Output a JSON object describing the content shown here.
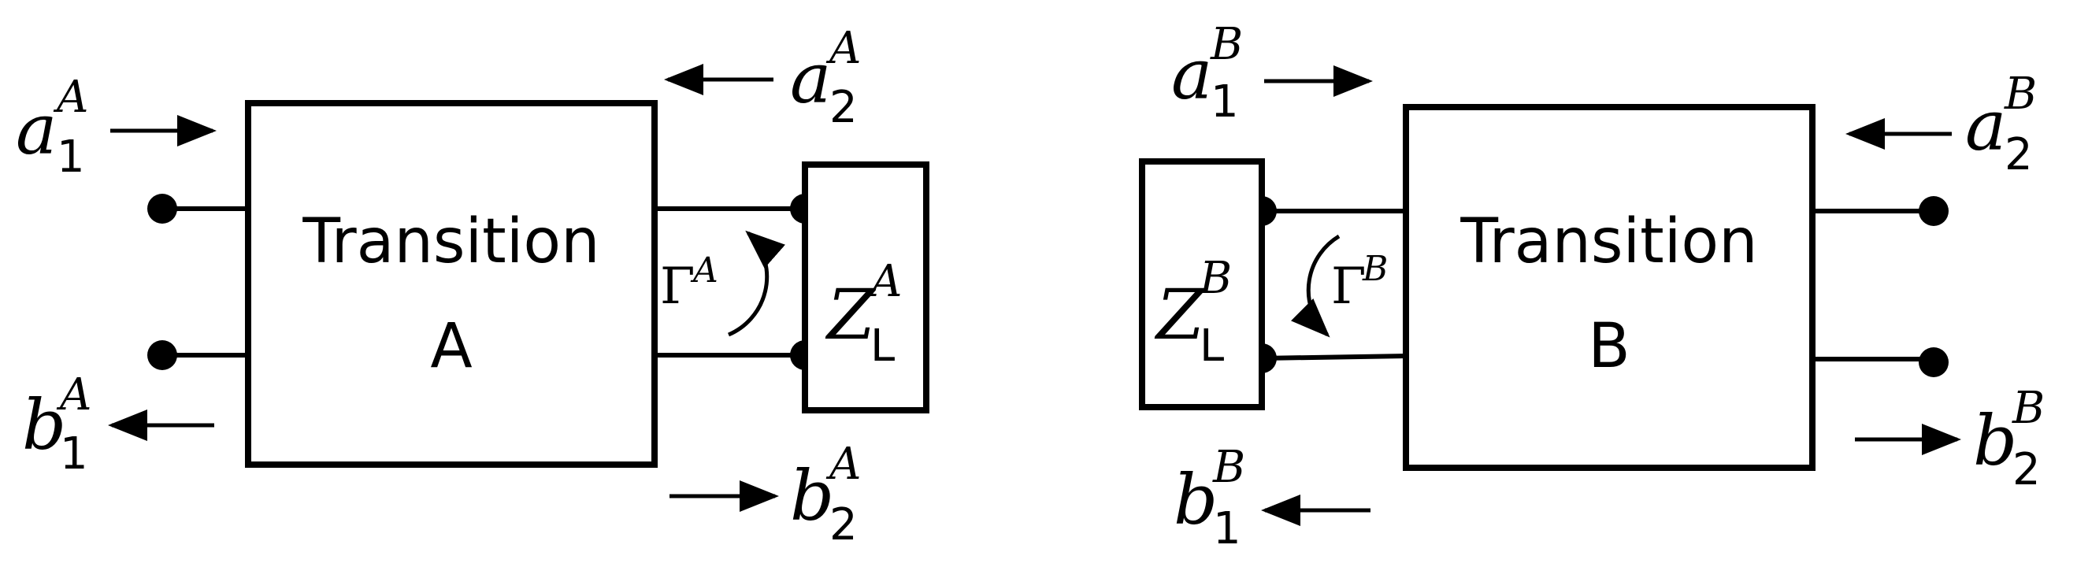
{
  "transition_a": {
    "line1": "Transition",
    "line2": "A",
    "load": {
      "base": "Z",
      "sub": "L",
      "sup": "A"
    },
    "gamma": {
      "base": "Γ",
      "sup": "A"
    },
    "a1": {
      "base": "a",
      "sub": "1",
      "sup": "A"
    },
    "b1": {
      "base": "b",
      "sub": "1",
      "sup": "A"
    },
    "a2": {
      "base": "a",
      "sub": "2",
      "sup": "A"
    },
    "b2": {
      "base": "b",
      "sub": "2",
      "sup": "A"
    }
  },
  "transition_b": {
    "line1": "Transition",
    "line2": "B",
    "load": {
      "base": "Z",
      "sub": "L",
      "sup": "B"
    },
    "gamma": {
      "base": "Γ",
      "sup": "B"
    },
    "a1": {
      "base": "a",
      "sub": "1",
      "sup": "B"
    },
    "b1": {
      "base": "b",
      "sub": "1",
      "sup": "B"
    },
    "a2": {
      "base": "a",
      "sub": "2",
      "sup": "B"
    },
    "b2": {
      "base": "b",
      "sub": "2",
      "sup": "B"
    }
  }
}
